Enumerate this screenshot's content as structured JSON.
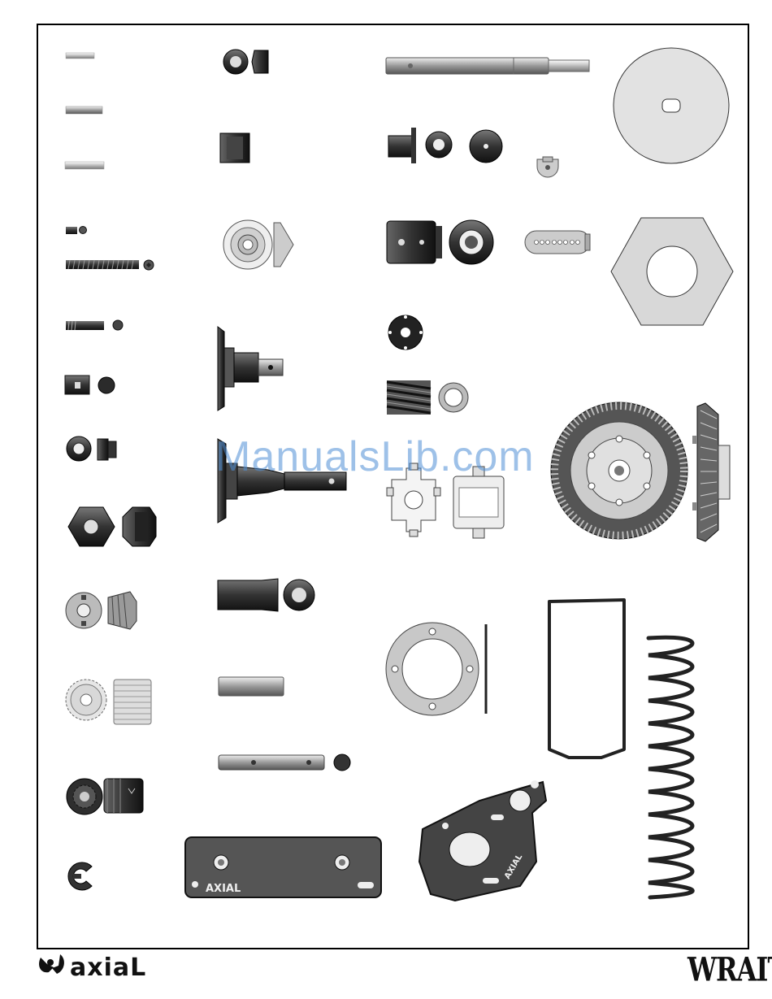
{
  "watermark": "ManualsLib.com",
  "footer": {
    "brand": "axiaL",
    "product": "WRAITH"
  },
  "plate_logo": "AXIAL",
  "motor_plate_logo": "AXIAL",
  "colors": {
    "dark_part": "#3a3a3a",
    "mid_part": "#8a8a8a",
    "light_part": "#d4d4d4",
    "outline": "#111111",
    "watermark": "#4f8fd6"
  }
}
